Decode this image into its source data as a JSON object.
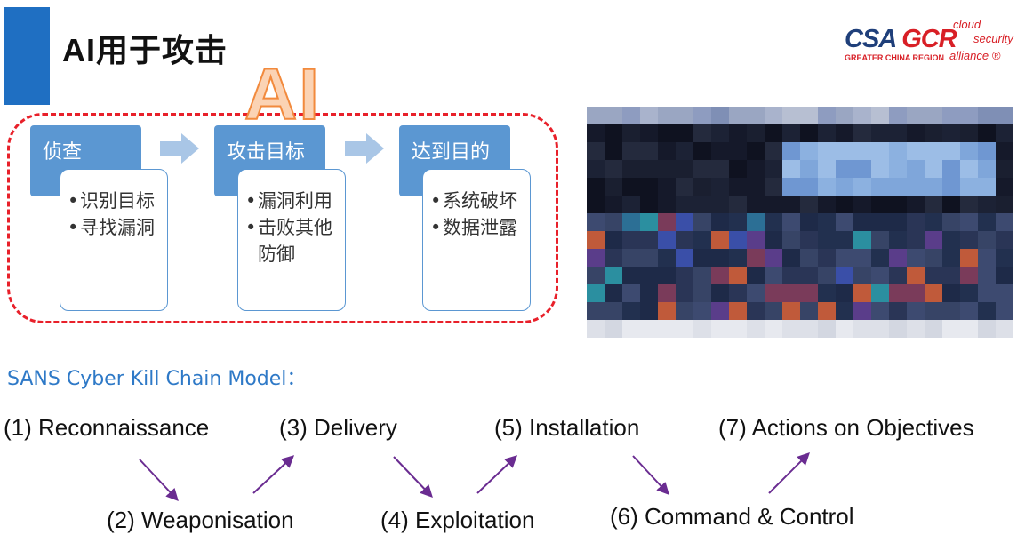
{
  "title": "AI用于攻击",
  "logo": {
    "csa": "CSA",
    "gcr": "GCR",
    "cloud": "cloud",
    "security": "security",
    "region": "GREATER CHINA REGION",
    "alliance": "alliance ®"
  },
  "ai_label": "AI",
  "stages": [
    {
      "head": "侦查",
      "lines": [
        "识别目标",
        "寻找漏洞"
      ]
    },
    {
      "head": "攻击目标",
      "lines": [
        "漏洞利用",
        "击败其他防御"
      ]
    },
    {
      "head": "达到目的",
      "lines": [
        "系统破坏",
        "数据泄露"
      ]
    }
  ],
  "kill_chain": {
    "title": "SANS Cyber Kill Chain Model：",
    "steps": [
      "(1) Reconnaissance",
      "(2) Weaponisation",
      "(3) Delivery",
      "(4) Exploitation",
      "(5) Installation",
      "(6) Command & Control",
      "(7) Actions on Objectives"
    ]
  },
  "colors": {
    "title_bar": "#1f6fc2",
    "stage_head": "#5b97d2",
    "dashed_frame": "#e8202a",
    "chain_arrow": "#6a2c91",
    "sans_title": "#2e79c7"
  }
}
